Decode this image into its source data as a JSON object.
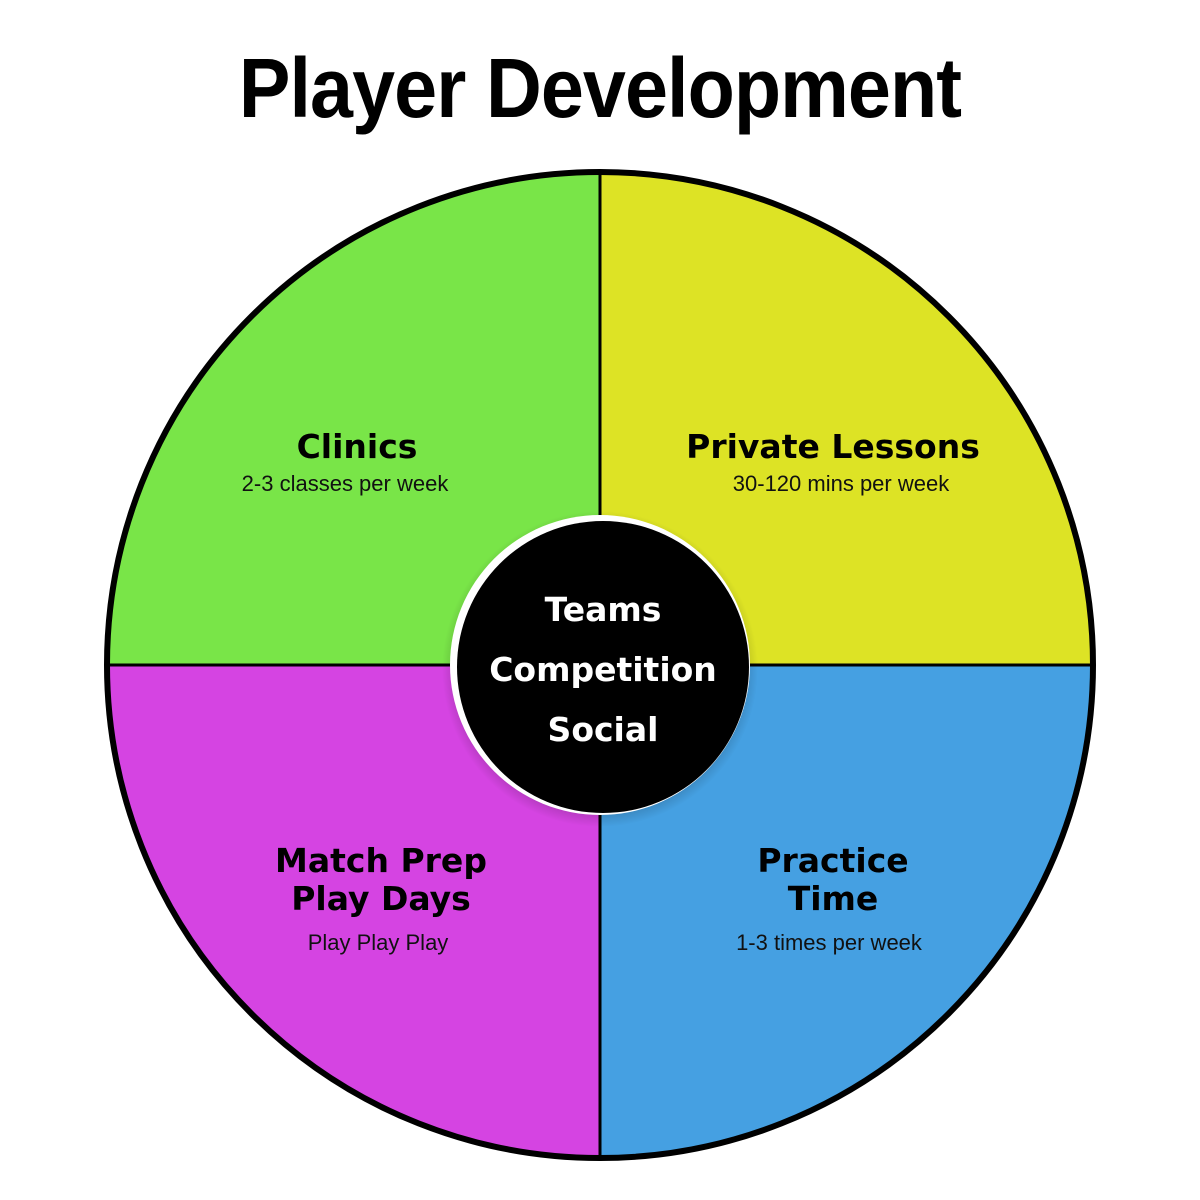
{
  "title": "Player Development",
  "colors": {
    "clinics": "#79e548",
    "private_lessons": "#dde325",
    "match_prep": "#d544e2",
    "practice": "#45a0e2",
    "center": "#000000",
    "outline": "#000000"
  },
  "quadrants": {
    "top_left": {
      "title": "Clinics",
      "subtitle": "2-3 classes per week"
    },
    "top_right": {
      "title": "Private Lessons",
      "subtitle": "30-120 mins per week"
    },
    "bottom_left": {
      "title_line1": "Match Prep",
      "title_line2": "Play Days",
      "subtitle": "Play Play Play"
    },
    "bottom_right": {
      "title_line1": "Practice",
      "title_line2": "Time",
      "subtitle": "1-3 times per week"
    }
  },
  "center": {
    "line1": "Teams",
    "line2": "Competition",
    "line3": "Social"
  }
}
